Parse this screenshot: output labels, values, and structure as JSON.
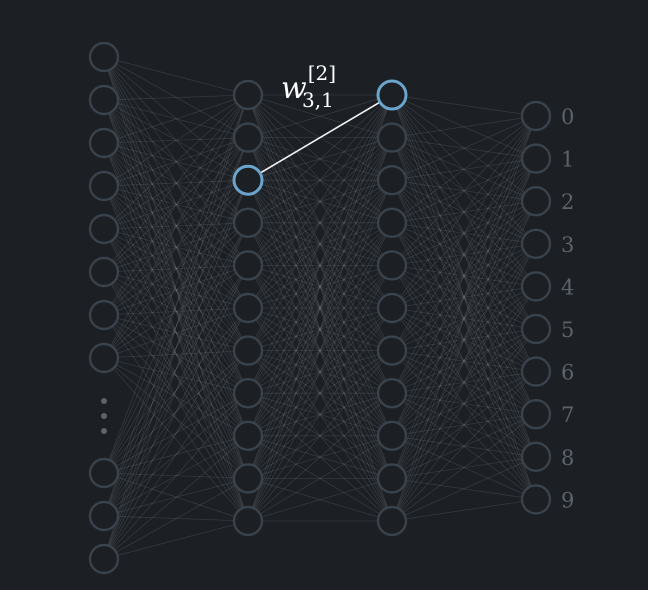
{
  "diagram": {
    "layers": {
      "input_visible_nodes": 11,
      "hidden_1_nodes": 11,
      "hidden_2_nodes": 11,
      "output_nodes": 10
    },
    "input_ellipsis": "⋮",
    "output_labels": [
      "0",
      "1",
      "2",
      "3",
      "4",
      "5",
      "6",
      "7",
      "8",
      "9"
    ],
    "highlighted_weight": {
      "symbol": "w",
      "superscript": "[2]",
      "subscript": "3,1"
    },
    "colors": {
      "background": "#1c1f24",
      "node_stroke": "#3a424b",
      "edge": "#8f959c",
      "highlight_node": "#6ba4cc",
      "highlight_edge": "#ffffff",
      "label_text": "#5c636b"
    }
  }
}
